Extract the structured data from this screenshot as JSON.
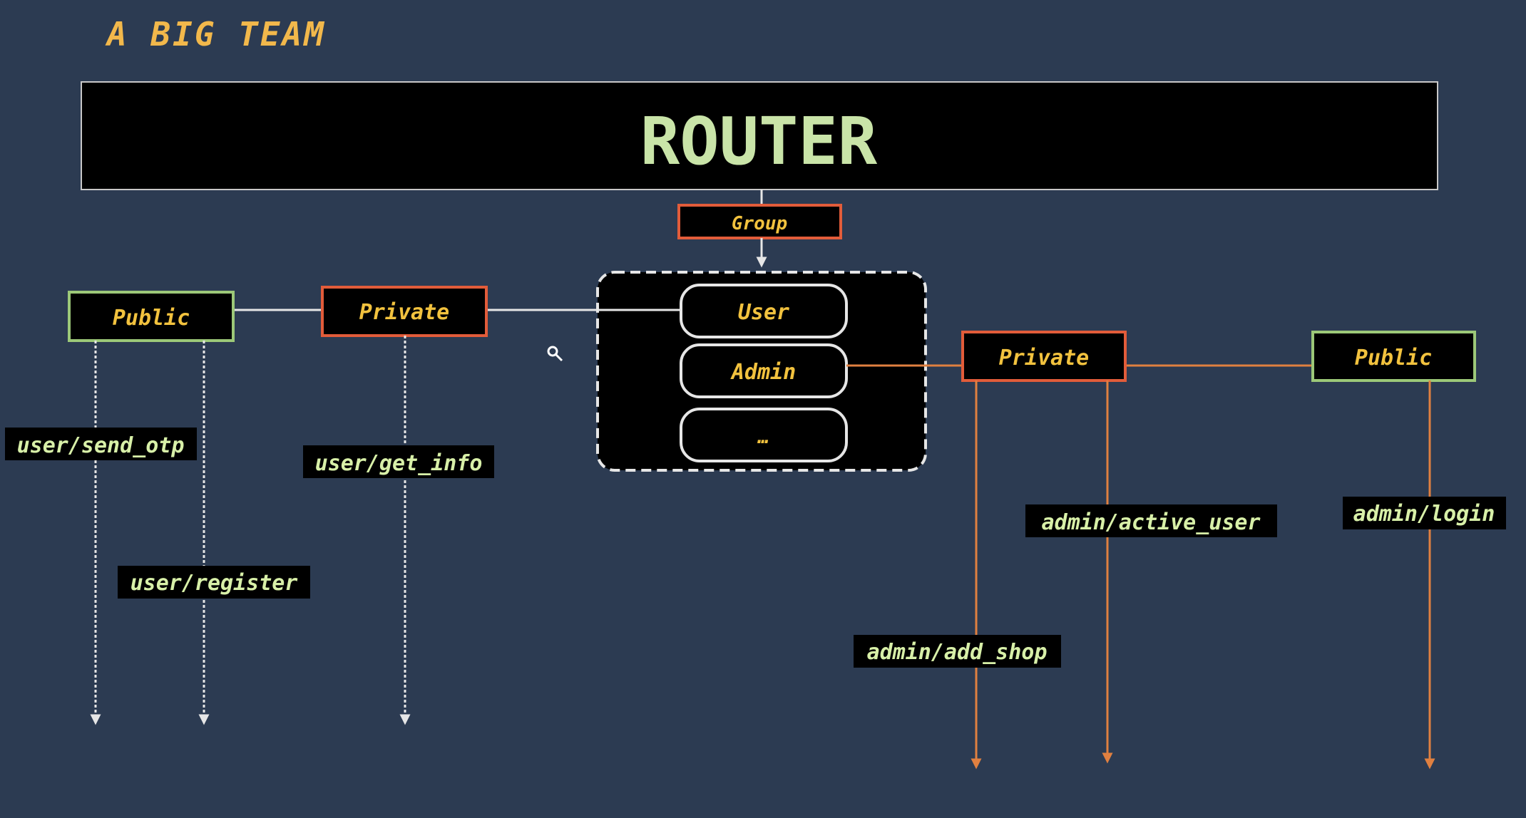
{
  "heading": "A BIG TEAM",
  "router": {
    "label": "ROUTER"
  },
  "group": {
    "label": "Group"
  },
  "modules": [
    "User",
    "Admin",
    "…"
  ],
  "left_branch": {
    "public_label": "Public",
    "private_label": "Private",
    "routes": {
      "send_otp": "user/send_otp",
      "register": "user/register",
      "get_info": "user/get_info"
    }
  },
  "right_branch": {
    "private_label": "Private",
    "public_label": "Public",
    "routes": {
      "active_user": "admin/active_user",
      "add_shop": "admin/add_shop",
      "login": "admin/login"
    }
  },
  "colors": {
    "background": "#2c3b52",
    "heading": "#f2b84b",
    "router_text": "#c9e4a8",
    "label_text": "#f2c23e",
    "route_text": "#d8f0a8",
    "red_border": "#e25c3a",
    "green_border": "#9cc878",
    "white_line": "#e6e6e6",
    "orange_line": "#e08040"
  }
}
